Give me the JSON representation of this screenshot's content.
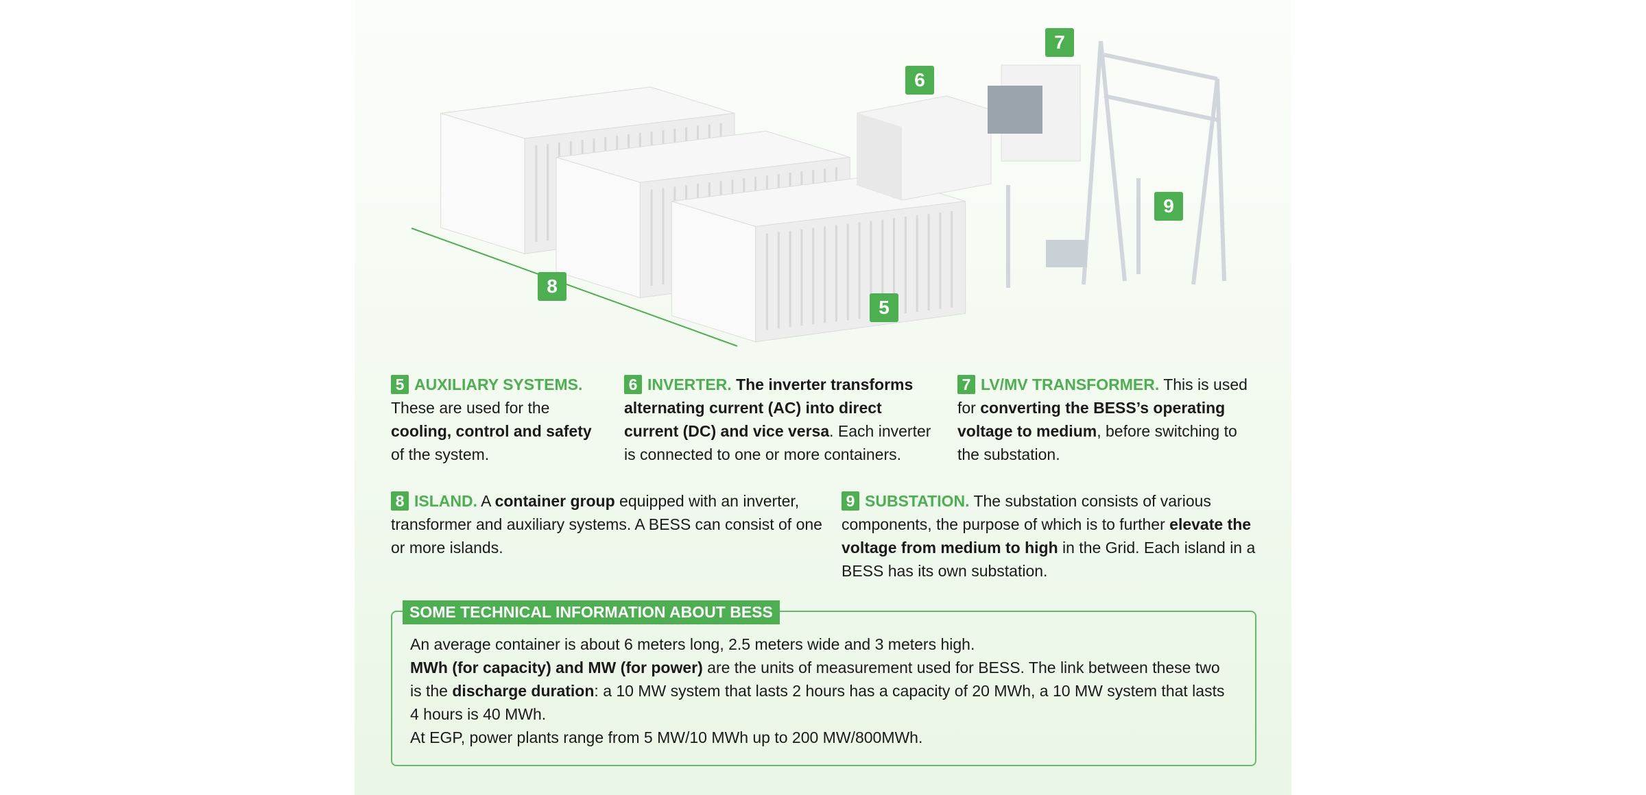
{
  "markers": {
    "m5": "5",
    "m6": "6",
    "m7": "7",
    "m8": "8",
    "m9": "9"
  },
  "items": [
    {
      "num": "5",
      "title": "AUXILIARY SYSTEMS.",
      "t1": "These are used for the ",
      "b1": "cooling, control and safety",
      "t2": " of the system."
    },
    {
      "num": "6",
      "title": "INVERTER.",
      "b0": " The inverter transforms alternating current (AC) into direct current (DC) and vice versa",
      "t2": ". Each inverter is connected to one or more containers."
    },
    {
      "num": "7",
      "title": "LV/MV TRANSFORMER.",
      "t1": " This is used for ",
      "b1": "converting the BESS’s operating voltage to medium",
      "t2": ", before switching to the substation."
    },
    {
      "num": "8",
      "title": "ISLAND.",
      "t1": " A ",
      "b1": "container group",
      "t2": " equipped with an inverter, transformer and auxiliary systems. A BESS can consist of one or more islands."
    },
    {
      "num": "9",
      "title": "SUBSTATION.",
      "t1": " The substation consists of various components, the purpose of which is to further ",
      "b1": "elevate the voltage from medium to high",
      "t2": " in the Grid. Each island in a BESS has its own substation."
    }
  ],
  "tech": {
    "label": "SOME TECHNICAL INFORMATION ABOUT BESS",
    "l1": "An average container is about 6 meters long, 2.5 meters wide and 3 meters high.",
    "l2b": "MWh (for capacity) and MW (for power)",
    "l2": " are the units of measurement used for BESS. The link between these two is the ",
    "l2b2": "discharge duration",
    "l2c": ": a 10 MW system that lasts 2 hours has a capacity of 20 MWh, a 10 MW system that lasts 4 hours is 40 MWh.",
    "l3": "At EGP, power plants range from 5 MW/10 MWh up to 200 MW/800MWh."
  },
  "colors": {
    "accent": "#4caf50"
  }
}
